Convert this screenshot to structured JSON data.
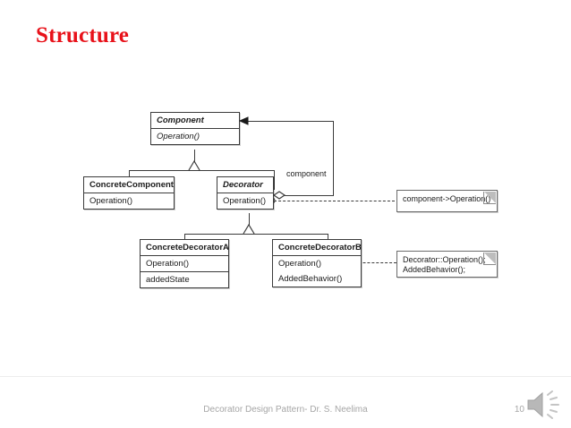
{
  "slide": {
    "title": "Structure",
    "title_color": "#e8121a"
  },
  "diagram": {
    "type": "uml-class-diagram",
    "pattern": "Decorator",
    "classes": [
      {
        "id": "component",
        "name": "Component",
        "abstract": true,
        "compartments": [
          [
            "Operation()"
          ]
        ]
      },
      {
        "id": "concrete-component",
        "name": "ConcreteComponent",
        "abstract": false,
        "compartments": [
          [
            "Operation()"
          ]
        ]
      },
      {
        "id": "decorator",
        "name": "Decorator",
        "abstract": true,
        "compartments": [
          [
            "Operation()"
          ]
        ]
      },
      {
        "id": "concrete-decorator-a",
        "name": "ConcreteDecoratorA",
        "abstract": false,
        "compartments": [
          [
            "Operation()"
          ],
          [
            "addedState"
          ]
        ]
      },
      {
        "id": "concrete-decorator-b",
        "name": "ConcreteDecoratorB",
        "abstract": false,
        "compartments": [
          [
            "Operation()",
            "AddedBehavior()"
          ]
        ]
      }
    ],
    "association_label": "component",
    "notes": [
      {
        "id": "note-decorator",
        "lines": [
          "component->Operation()"
        ]
      },
      {
        "id": "note-concrete-decorator-b",
        "lines": [
          "Decorator::Operation();",
          "AddedBehavior();"
        ]
      }
    ]
  },
  "footer": {
    "text": "Decorator Design Pattern- Dr. S. Neelima",
    "page_number": "10",
    "audio_icon": "speaker-icon"
  }
}
